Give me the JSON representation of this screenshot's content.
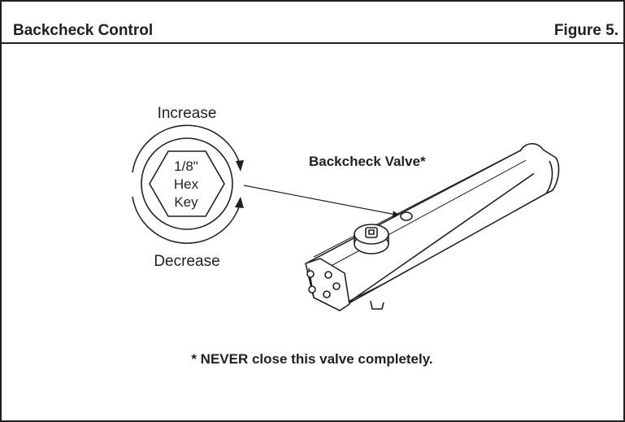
{
  "header": {
    "title": "Backcheck Control",
    "figure": "Figure 5."
  },
  "dial": {
    "top_label": "Increase",
    "bottom_label": "Decrease",
    "key_line1": "1/8\"",
    "key_line2": "Hex",
    "key_line3": "Key"
  },
  "callout": {
    "valve_label": "Backcheck Valve*"
  },
  "footnote": "* NEVER close this valve completely.",
  "colors": {
    "ink": "#231f20",
    "background": "#ffffff"
  },
  "icons": {
    "key": "hex-key-icon",
    "closer": "door-closer-illustration"
  }
}
